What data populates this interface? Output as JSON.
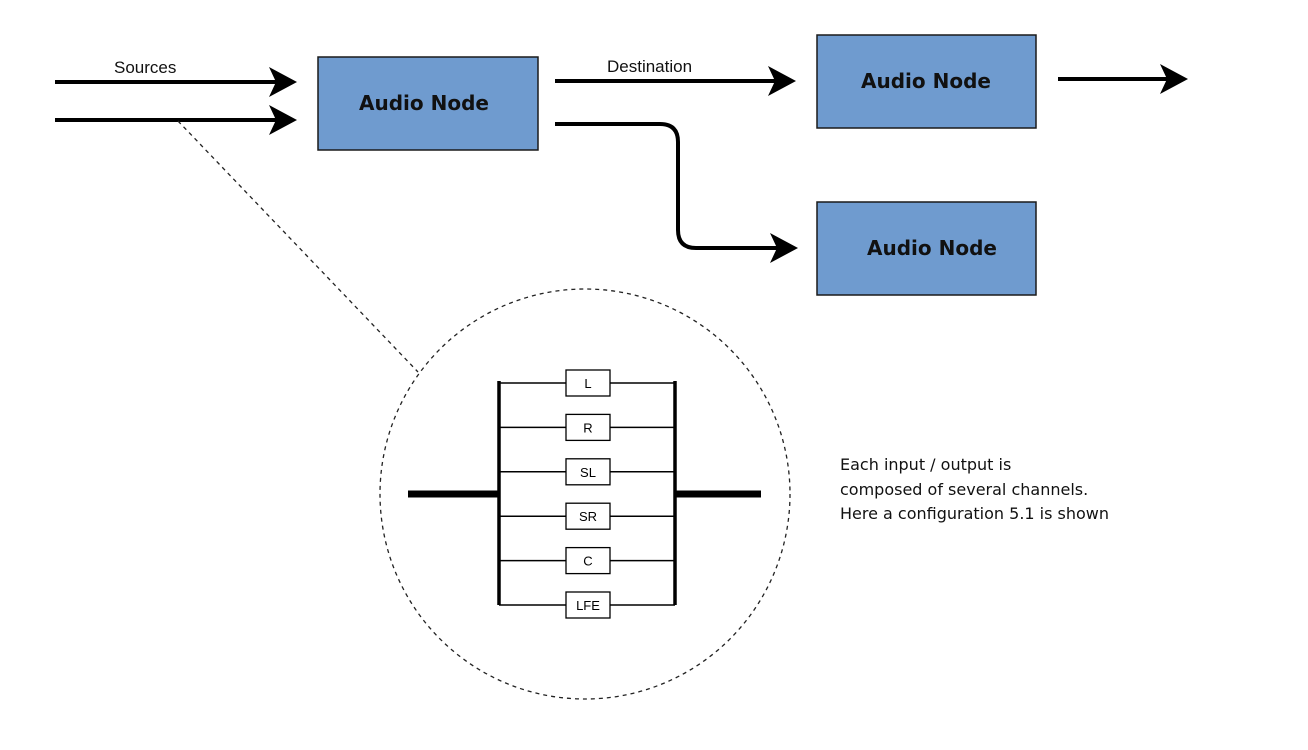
{
  "labels": {
    "sources": "Sources",
    "destination": "Destination"
  },
  "nodes": [
    {
      "id": "node-main",
      "label": "Audio Node"
    },
    {
      "id": "node-destination",
      "label": "Audio Node"
    },
    {
      "id": "node-branch",
      "label": "Audio Node"
    }
  ],
  "channels": [
    "L",
    "R",
    "SL",
    "SR",
    "C",
    "LFE"
  ],
  "caption": [
    "Each input / output is",
    "composed of several channels.",
    "Here a configuration 5.1 is shown"
  ],
  "colors": {
    "node_fill": "#6f9bcf",
    "line": "#000000"
  }
}
